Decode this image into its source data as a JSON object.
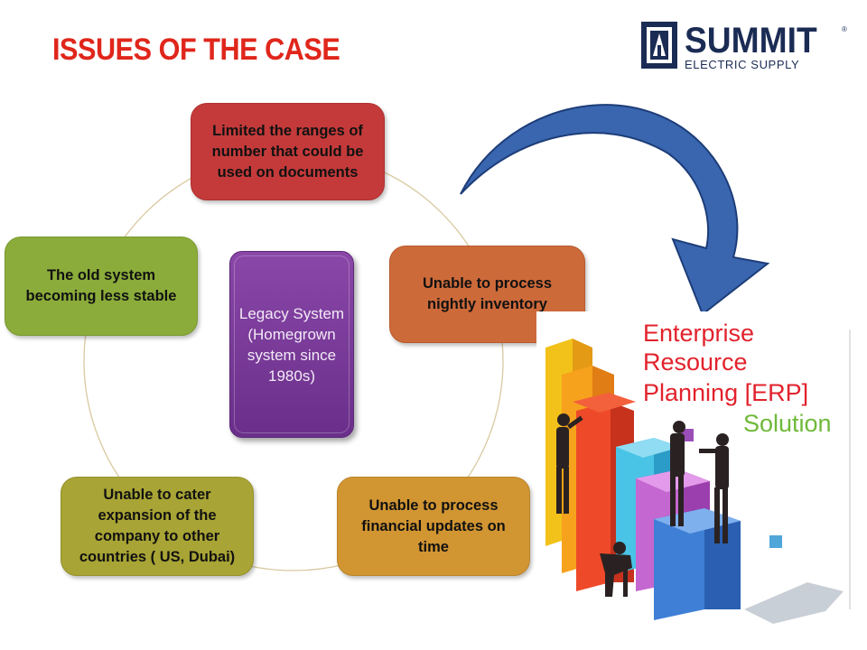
{
  "slide": {
    "title": "ISSUES OF THE CASE"
  },
  "logo": {
    "name": "SUMMIT",
    "subtitle": "ELECTRIC SUPPLY",
    "reg": "®",
    "color": "#1b2c54"
  },
  "diagram": {
    "center": "Legacy System (Homegrown system since 1980s)",
    "nodes": [
      {
        "text": "Limited the ranges of number  that  could be used on documents",
        "color": "#c43a3a"
      },
      {
        "text": "Unable to process nightly inventory",
        "color": "#cd6a3a"
      },
      {
        "text": "Unable to process financial updates on time",
        "color": "#d19532"
      },
      {
        "text": "Unable to cater expansion of the company to other countries ( US, Dubai)",
        "color": "#a8a435"
      },
      {
        "text": "The old system becoming less  stable",
        "color": "#8bac3a"
      }
    ]
  },
  "erp_image": {
    "line1": "Enterprise",
    "line2": "Resource",
    "line3": "Planning [ERP]",
    "line4": "Solution"
  },
  "colors": {
    "title": "#e0261b",
    "arrow": "#3a66b0",
    "center_box": "#7a3b98",
    "erp_red": "#e2222c",
    "erp_green": "#6fb93a"
  }
}
